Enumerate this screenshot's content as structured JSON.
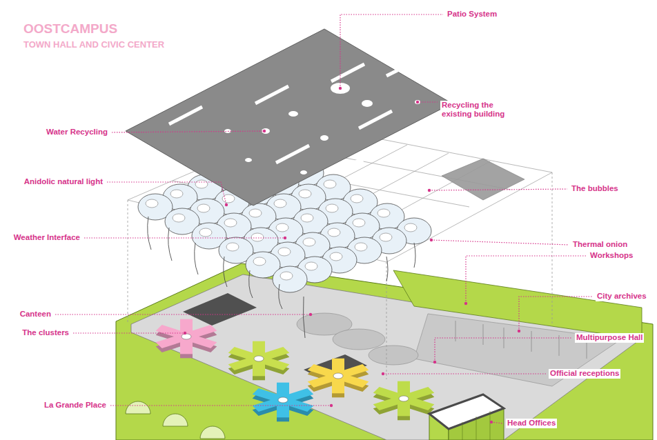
{
  "diagram": {
    "title": "OOSTCAMPUS",
    "labels": [
      "TOWN HALL AND CIVIC CENTER",
      "Patio System",
      "Recycling the existing building",
      "Water Recycling",
      "Anidolic natural light",
      "The bubbles",
      "Weather Interface",
      "Thermal onion",
      "Workshops",
      "City archives",
      "Canteen",
      "The clusters",
      "Multipurpose Hall",
      "Official receptions",
      "La Grande Place",
      "Head Offices"
    ]
  }
}
